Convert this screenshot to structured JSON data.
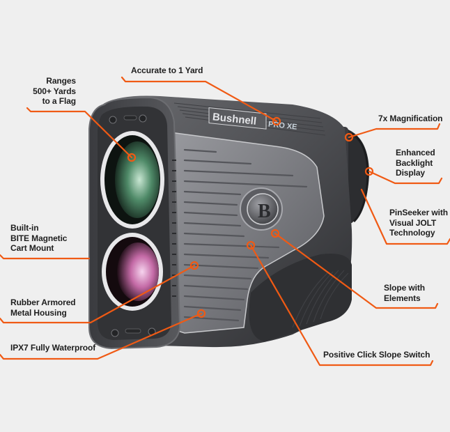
{
  "product": {
    "brand_logo": "Bushnell",
    "model_badge": "PRO XE",
    "button_glyph": "B",
    "accent_color": "#f05a14",
    "background_color": "#efefef"
  },
  "callouts": [
    {
      "id": "ranges",
      "lines": [
        "Ranges",
        "500+ Yards",
        "to a Flag"
      ]
    },
    {
      "id": "accurate",
      "lines": [
        "Accurate to 1 Yard"
      ]
    },
    {
      "id": "magnification",
      "lines": [
        "7x Magnification"
      ]
    },
    {
      "id": "backlight",
      "lines": [
        "Enhanced",
        "Backlight",
        "Display"
      ]
    },
    {
      "id": "pinseeker",
      "lines": [
        "PinSeeker with",
        "Visual JOLT",
        "Technology"
      ]
    },
    {
      "id": "bite",
      "lines": [
        "Built-in",
        "BITE Magnetic",
        "Cart Mount"
      ]
    },
    {
      "id": "armored",
      "lines": [
        "Rubber Armored",
        "Metal Housing"
      ]
    },
    {
      "id": "waterproof",
      "lines": [
        "IPX7 Fully Waterproof"
      ]
    },
    {
      "id": "slope",
      "lines": [
        "Slope with",
        "Elements"
      ]
    },
    {
      "id": "click",
      "lines": [
        "Positive Click Slope Switch"
      ]
    }
  ]
}
